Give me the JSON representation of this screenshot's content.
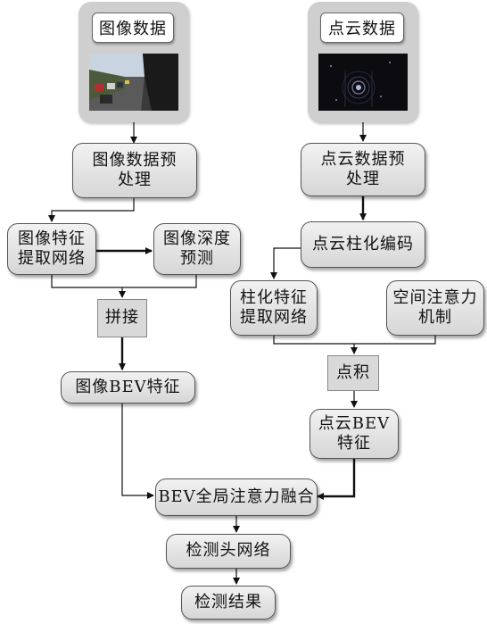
{
  "sources": {
    "image": {
      "label": "图像数据"
    },
    "pointcloud": {
      "label": "点云数据"
    }
  },
  "nodes": {
    "img_preprocess": "图像数据预\n处理",
    "img_feature": "图像特征\n提取网络",
    "img_depth": "图像深度\n预测",
    "concat": "拼接",
    "img_bev": "图像BEV特征",
    "pc_preprocess": "点云数据预\n处理",
    "pc_pillar_encode": "点云柱化编码",
    "pillar_feature": "柱化特征\n提取网络",
    "spatial_attention": "空间注意力\n机制",
    "dot_product": "点积",
    "pc_bev": "点云BEV\n特征",
    "bev_fusion": "BEV全局注意力融合",
    "detect_head": "检测头网络",
    "detect_result": "检测结果"
  }
}
